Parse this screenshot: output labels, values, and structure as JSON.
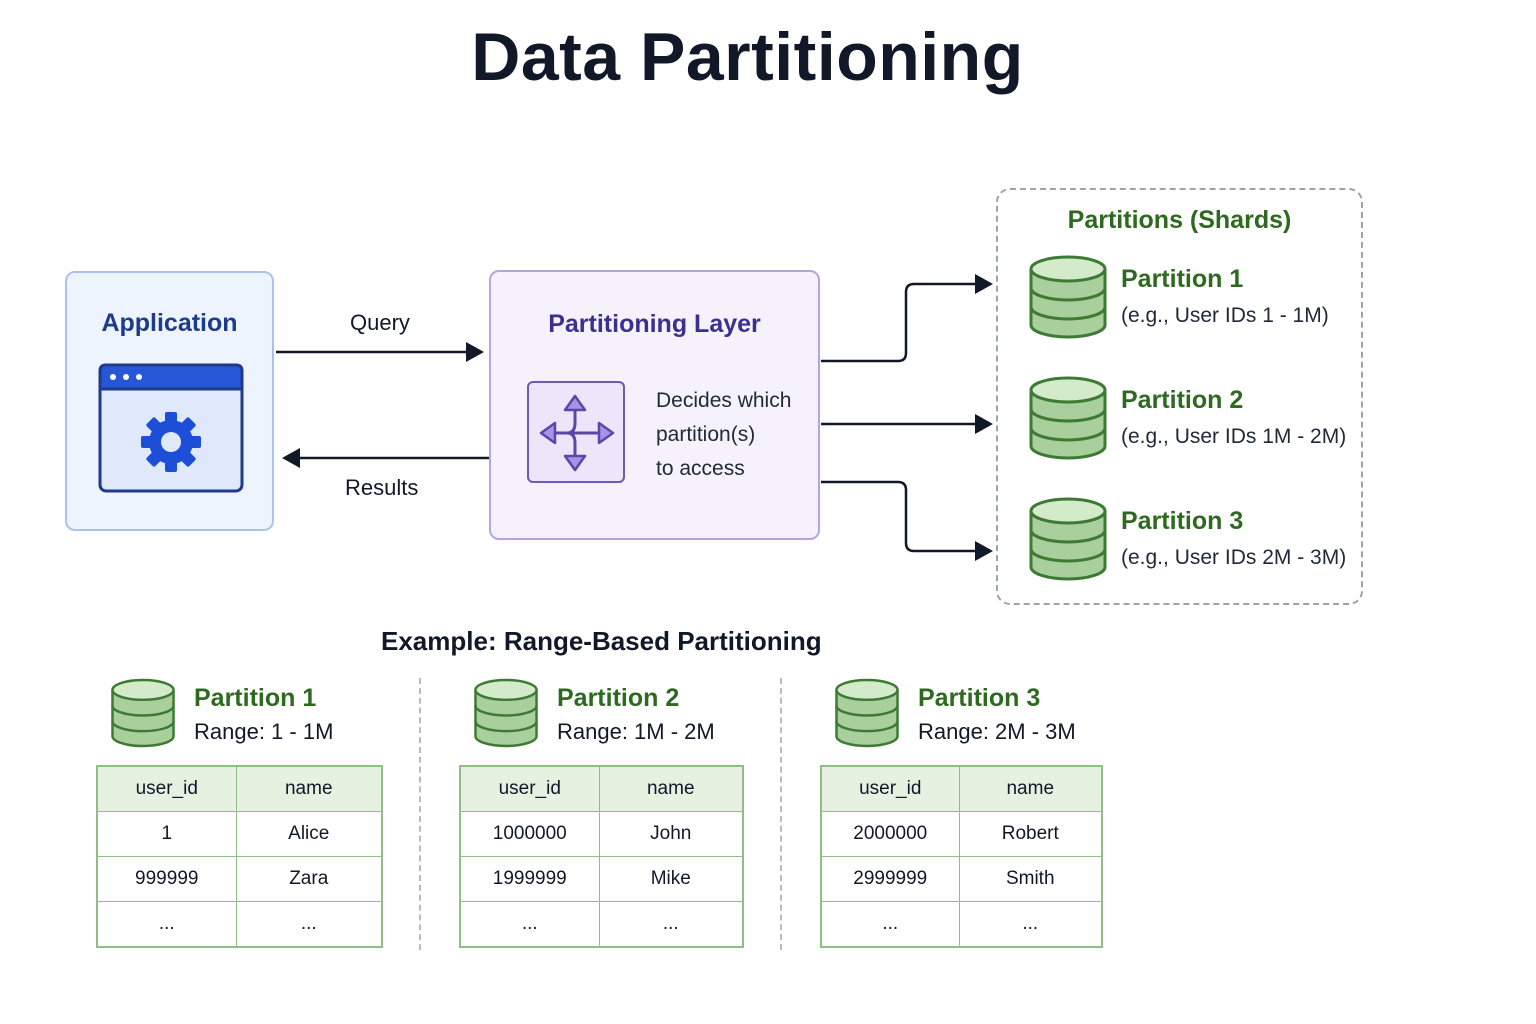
{
  "title": "Data Partitioning",
  "colors": {
    "application_accent": "#1d4ed8",
    "layer_accent": "#3b2f8f",
    "partition_green": "#2d6a1f",
    "db_fill": "#a9cf9c"
  },
  "application": {
    "title": "Application",
    "icon": "browser-window-gear-icon"
  },
  "edges": {
    "query": "Query",
    "results": "Results"
  },
  "partitioning_layer": {
    "title": "Partitioning Layer",
    "icon": "routing-arrows-icon",
    "description_lines": [
      "Decides which",
      "partition(s)",
      "to access"
    ]
  },
  "shards": {
    "title": "Partitions (Shards)",
    "items": [
      {
        "name": "Partition 1",
        "range": "(e.g., User IDs 1 - 1M)"
      },
      {
        "name": "Partition 2",
        "range": "(e.g., User IDs 1M - 2M)"
      },
      {
        "name": "Partition 3",
        "range": "(e.g., User IDs 2M - 3M)"
      }
    ]
  },
  "example": {
    "title": "Example: Range-Based Partitioning",
    "columns": [
      "user_id",
      "name"
    ],
    "partitions": [
      {
        "name": "Partition 1",
        "range": "Range: 1 - 1M",
        "rows": [
          [
            "1",
            "Alice"
          ],
          [
            "999999",
            "Zara"
          ],
          [
            "...",
            "..."
          ]
        ]
      },
      {
        "name": "Partition 2",
        "range": "Range: 1M - 2M",
        "rows": [
          [
            "1000000",
            "John"
          ],
          [
            "1999999",
            "Mike"
          ],
          [
            "...",
            "..."
          ]
        ]
      },
      {
        "name": "Partition 3",
        "range": "Range: 2M - 3M",
        "rows": [
          [
            "2000000",
            "Robert"
          ],
          [
            "2999999",
            "Smith"
          ],
          [
            "...",
            "..."
          ]
        ]
      }
    ]
  }
}
